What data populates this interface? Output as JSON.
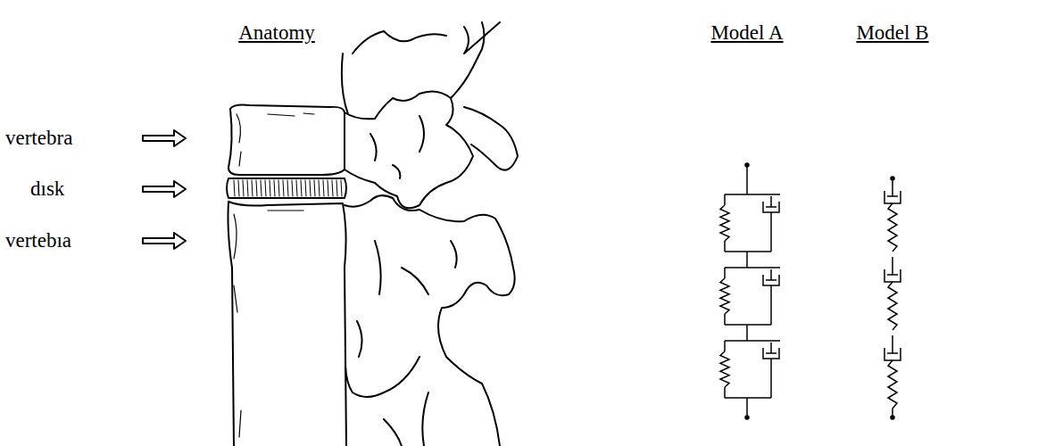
{
  "diagram": {
    "labels": [
      "Anatomy",
      "Model A",
      "Model B",
      "vertebra",
      "dısk",
      "vertebıa"
    ]
  }
}
